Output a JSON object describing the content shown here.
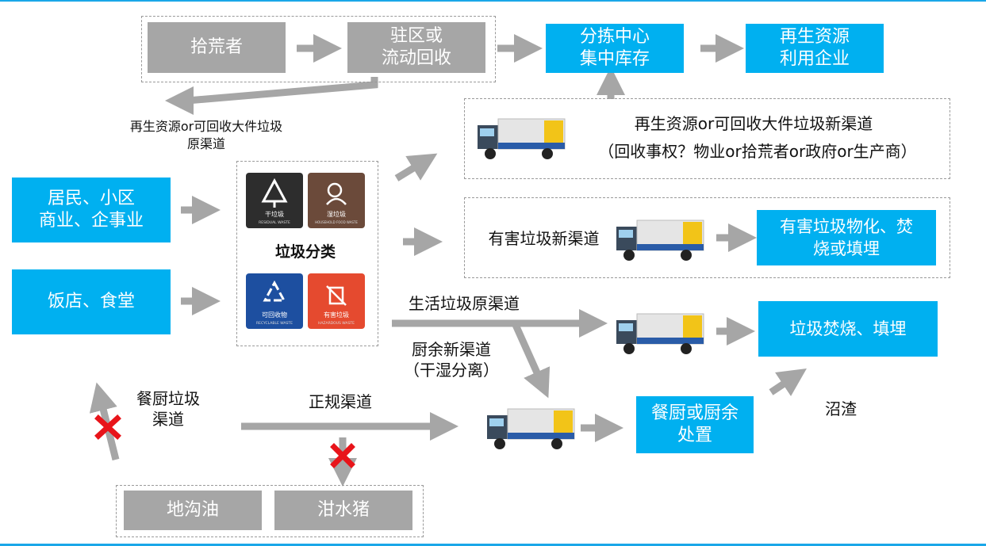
{
  "top": {
    "scavenger": "拾荒者",
    "station_recycle": "驻区或\n流动回收",
    "sorting_center": "分拣中心\n集中库存",
    "recycle_enterprise": "再生资源\n利用企业"
  },
  "original_channel_label": "再生资源or可回收大件垃圾\n原渠道",
  "sources": {
    "residents": "居民、小区\n商业、企事业",
    "restaurants": "饭店、食堂"
  },
  "sorting": {
    "title": "垃圾分类",
    "dry": "干垃圾",
    "dry_en": "RESIDUAL WASTE",
    "wet": "湿垃圾",
    "wet_en": "HOUSEHOLD FOOD WASTE",
    "recyclable": "可回收物",
    "recyclable_en": "RECYCLABLE WASTE",
    "hazardous": "有害垃圾",
    "hazardous_en": "HAZARDOUS WASTE"
  },
  "channels": {
    "recycle_new_line1": "再生资源or可回收大件垃圾新渠道",
    "recycle_new_line2": "（回收事权？物业or拾荒者or政府or生产商）",
    "hazardous_new": "有害垃圾新渠道",
    "hazardous_treatment": "有害垃圾物化、焚\n烧或填埋",
    "domestic_original": "生活垃圾原渠道",
    "incinerate_landfill": "垃圾焚烧、填埋",
    "kitchen_new": "厨余新渠道\n（干湿分离）",
    "kitchen_treatment": "餐厨或厨余\n处置",
    "residue": "沼渣",
    "kitchen_channel": "餐厨垃圾\n渠道",
    "regular_channel": "正规渠道",
    "gutter_oil": "地沟油",
    "swill_pig": "泔水猪"
  },
  "colors": {
    "blue": "#00b0f0",
    "gray": "#a6a6a6",
    "arrow": "#a6a6a6",
    "cross": "#e8141a"
  }
}
